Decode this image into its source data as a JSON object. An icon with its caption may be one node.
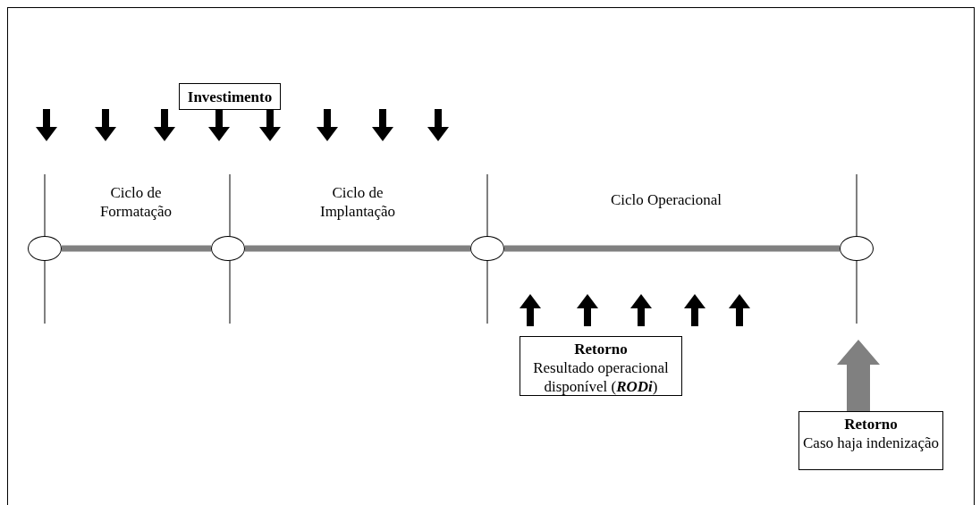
{
  "diagram": {
    "nodes": [
      {
        "text": [
          "Investimento"
        ]
      },
      {
        "text": [],
        "shape": "ellipse"
      },
      {
        "text": [],
        "shape": "ellipse"
      },
      {
        "text": [],
        "shape": "ellipse"
      },
      {
        "text": [],
        "shape": "ellipse"
      },
      {
        "text": [
          "Retorno",
          "Resultado operacional disponível (**RODi**)"
        ]
      },
      {
        "text": [
          "Retorno",
          "Caso haja indenização"
        ]
      }
    ],
    "edges": [
      {
        "from": 1,
        "to": 2,
        "arrow": "none",
        "color": "#808080"
      },
      {
        "from": 2,
        "to": 3,
        "arrow": "none",
        "color": "#808080"
      },
      {
        "from": 3,
        "to": 4,
        "arrow": "none",
        "color": "#808080"
      }
    ],
    "labels": [
      "Ciclo de Formatação",
      "Ciclo de Implantação",
      "Ciclo Operacional"
    ]
  }
}
